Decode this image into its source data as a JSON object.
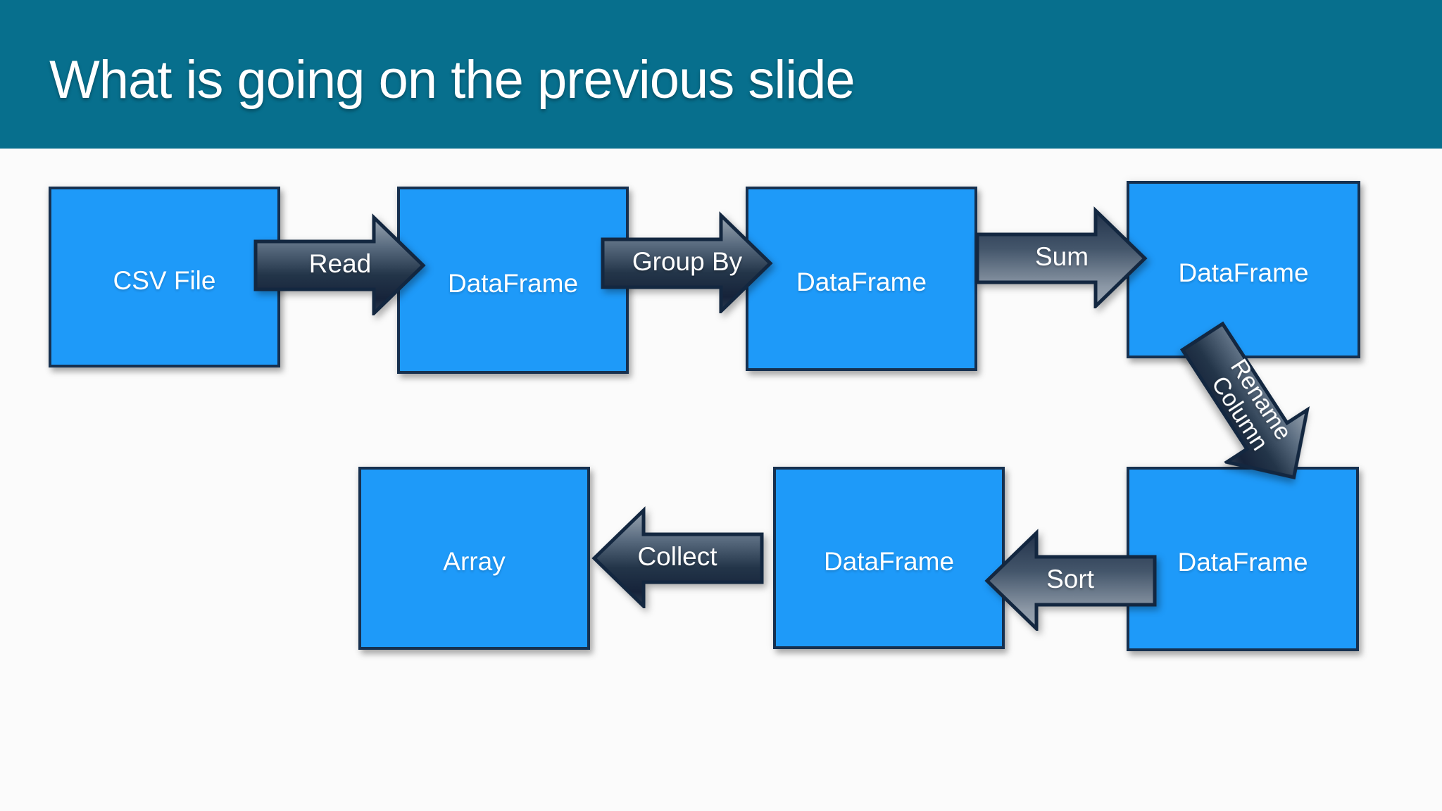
{
  "slide": {
    "title": "What is going on the previous slide"
  },
  "colors": {
    "header_bg": "#076F8D",
    "canvas_bg": "#FBFBFB",
    "node_fill": "#1E9AF9",
    "node_border": "#16304F",
    "arrow_border": "#132740",
    "arrow_gradient_light_to_dark": [
      "#9BA6B2",
      "#5A6C80",
      "#233549",
      "#16233A",
      "#2A3A4E"
    ],
    "arrow_gradient_dark_to_light": [
      "#22324A",
      "#44566B",
      "#8C98A6",
      "#9AA6B2"
    ],
    "label_text": "#FFFFFF"
  },
  "diagram": {
    "nodes": [
      {
        "id": "csv-file",
        "label": "CSV File"
      },
      {
        "id": "dataframe-1",
        "label": "DataFrame"
      },
      {
        "id": "dataframe-2",
        "label": "DataFrame"
      },
      {
        "id": "dataframe-3",
        "label": "DataFrame"
      },
      {
        "id": "array",
        "label": "Array"
      },
      {
        "id": "dataframe-4",
        "label": "DataFrame"
      },
      {
        "id": "dataframe-5",
        "label": "DataFrame"
      }
    ],
    "arrows": [
      {
        "id": "read",
        "label": "Read",
        "direction": "right",
        "from": "csv-file",
        "to": "dataframe-1"
      },
      {
        "id": "group-by",
        "label": "Group By",
        "direction": "right",
        "from": "dataframe-1",
        "to": "dataframe-2"
      },
      {
        "id": "sum",
        "label": "Sum",
        "direction": "right",
        "from": "dataframe-2",
        "to": "dataframe-3"
      },
      {
        "id": "rename-column",
        "label": "Rename Column",
        "direction": "down-right",
        "from": "dataframe-3",
        "to": "dataframe-5"
      },
      {
        "id": "sort",
        "label": "Sort",
        "direction": "left",
        "from": "dataframe-5",
        "to": "dataframe-4"
      },
      {
        "id": "collect",
        "label": "Collect",
        "direction": "left",
        "from": "dataframe-4",
        "to": "array"
      }
    ]
  }
}
